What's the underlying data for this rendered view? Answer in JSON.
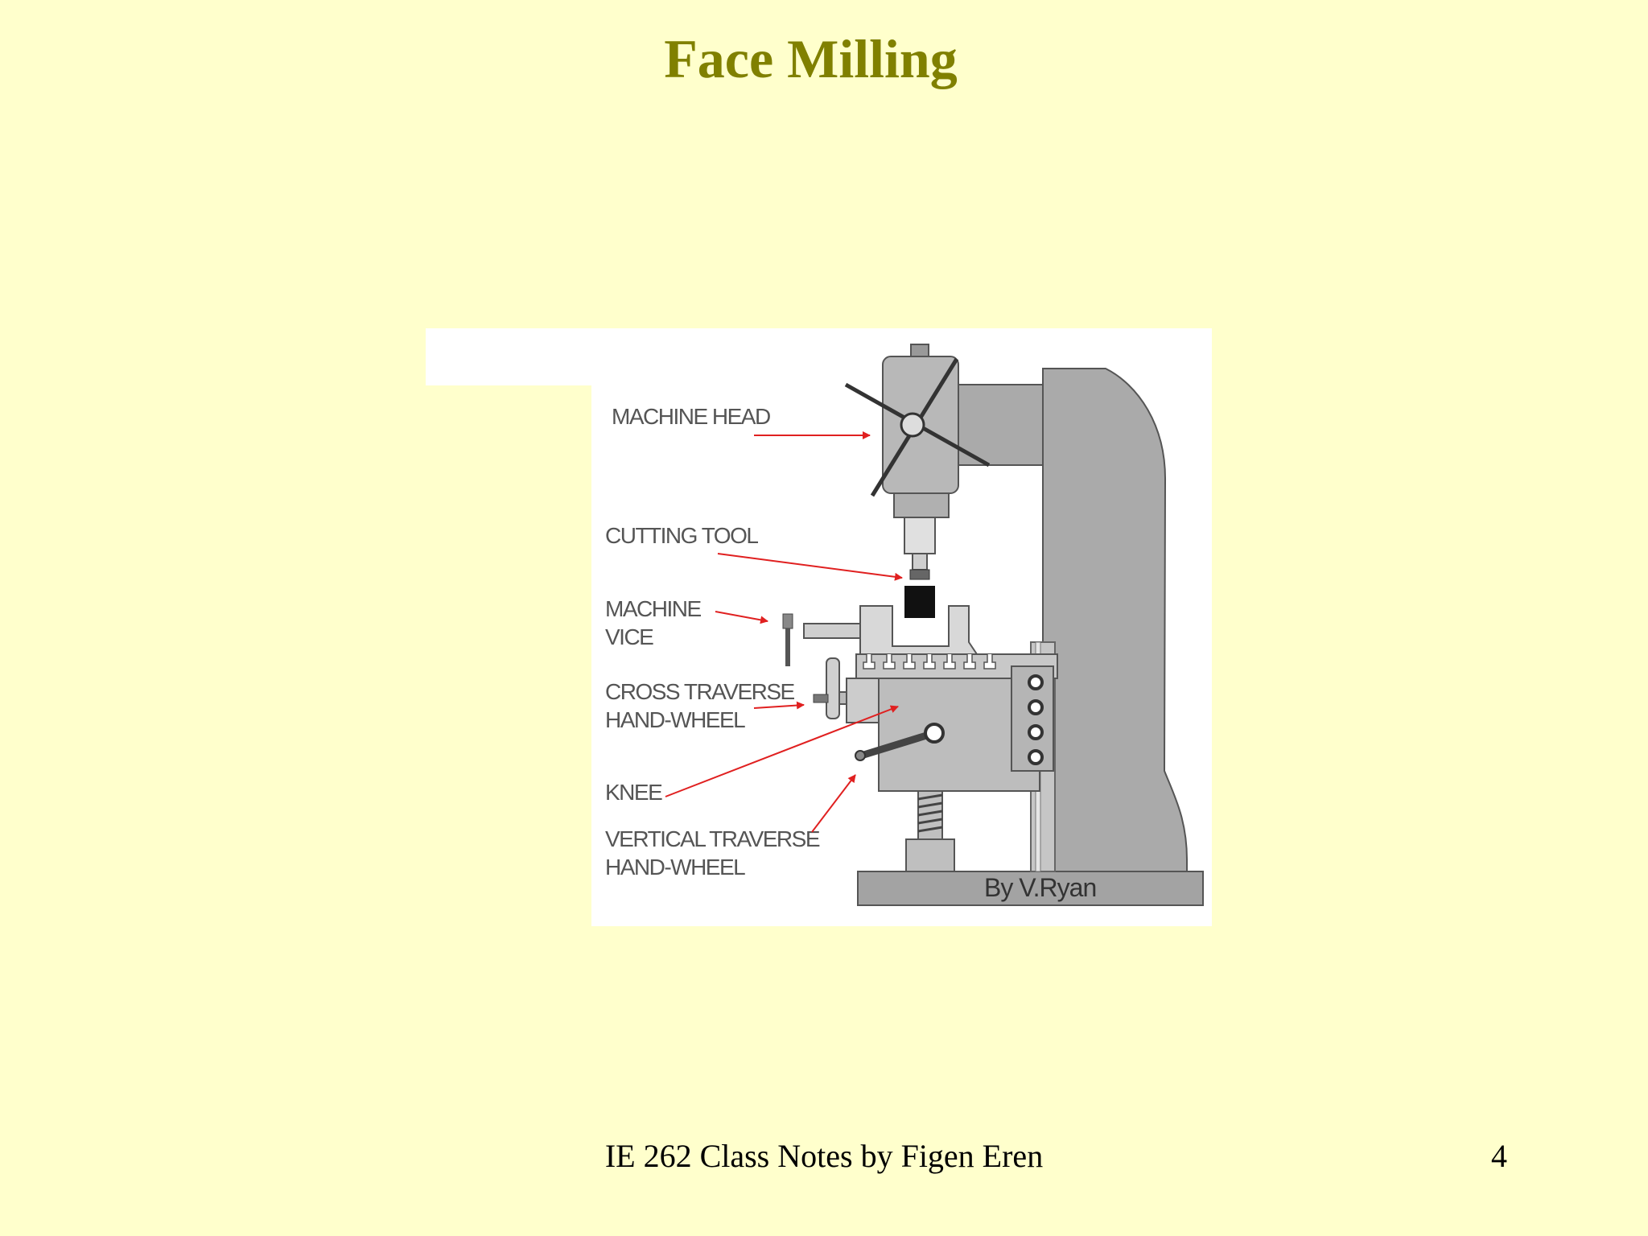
{
  "slide": {
    "title": "Face Milling",
    "footer": "IE 262 Class Notes by Figen Eren",
    "page_number": "4"
  },
  "diagram": {
    "labels": {
      "machine_head": "MACHINE HEAD",
      "cutting_tool": "CUTTING TOOL",
      "machine_vice_1": "MACHINE",
      "machine_vice_2": "VICE",
      "cross_traverse_1": "CROSS TRAVERSE",
      "cross_traverse_2": "HAND-WHEEL",
      "knee": "KNEE",
      "vertical_traverse_1": "VERTICAL TRAVERSE",
      "vertical_traverse_2": "HAND-WHEEL"
    },
    "credit": "By V.Ryan",
    "colors": {
      "slide_background": "#FFFFCC",
      "title": "#808000",
      "arrow": "#E02020",
      "machine_body": "#A8A8A8",
      "outline": "#555555"
    }
  }
}
